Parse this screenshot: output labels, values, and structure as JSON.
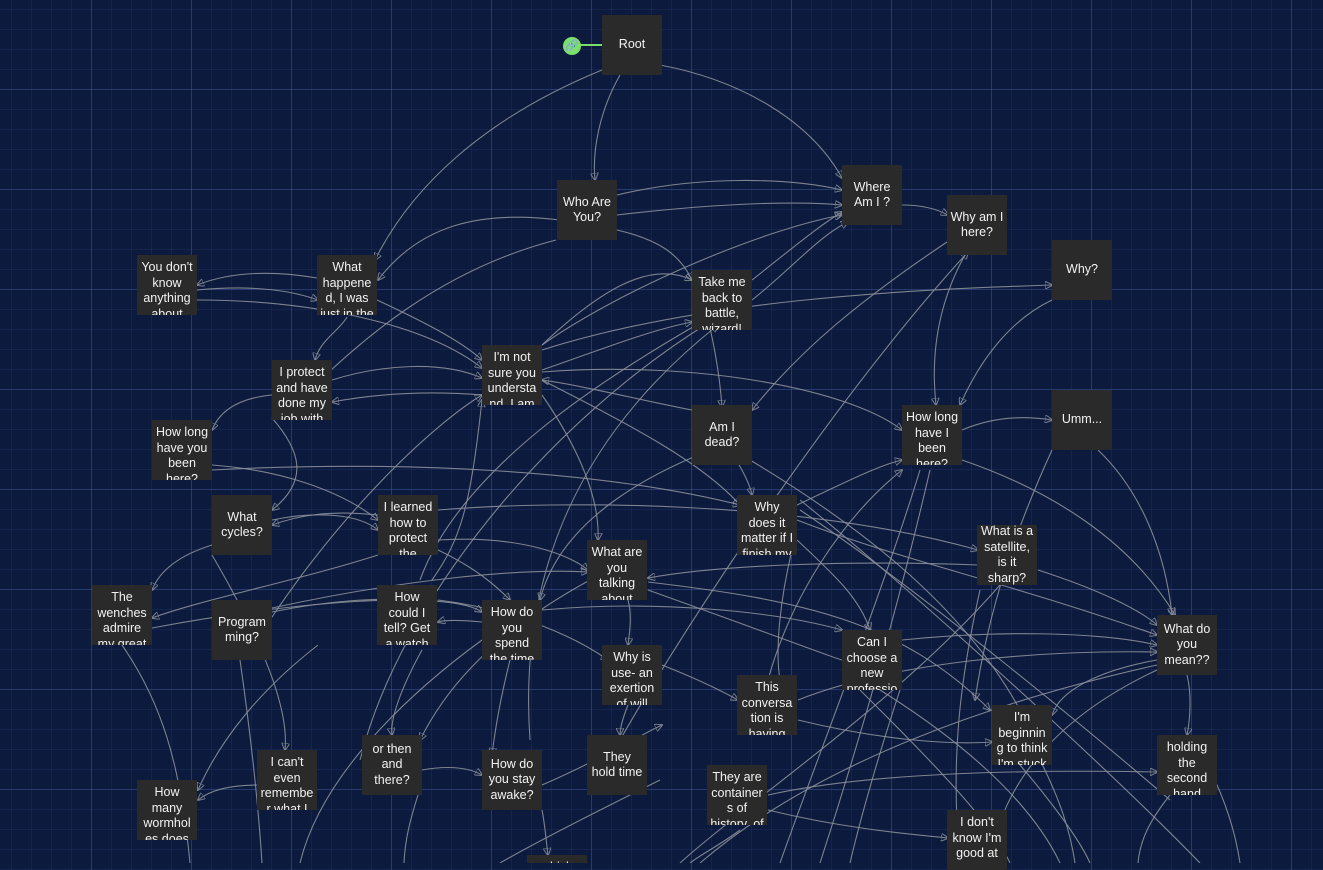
{
  "root_link_icon": "link-icon",
  "colors": {
    "background": "#0b1a3d",
    "node": "#2a2a2a",
    "edge": "#8a8f99",
    "root_link": "#7ae06a"
  },
  "nodes": {
    "root": "Root",
    "who_are_you": "Who Are You?",
    "where_am_i": "Where Am I ?",
    "why_am_i_here": "Why am I here?",
    "why": "Why?",
    "you_dont_know": "You don't know anything about me!",
    "what_happened": "What happened, I was just in the",
    "take_me_back": "Take me back to battle, wizard!",
    "im_not_sure": "I'm not sure you understand, I am",
    "i_protect": "I protect and have done my job with",
    "how_long_have_you": "How long have you been here?",
    "am_i_dead": "Am I dead?",
    "how_long_have_i": "How long have I been here?",
    "umm": "Umm...",
    "what_cycles": "What cycles?",
    "i_learned": "I learned how to protect the",
    "why_does_it_matter": "Why does it matter if I finish my last",
    "what_is_a_satellite": "What is a satellite, is it sharp?",
    "what_are_you_talking": "What are you talking about",
    "the_wenches": "The wenches admire my great",
    "programming": "Program ming?",
    "how_could_i_tell": "How could I tell? Get a watch",
    "how_do_you_spend": "How do you spend the time in",
    "why_is_use": "Why is use- an exertion of will",
    "can_i_choose": "Can I choose a new professio",
    "what_do_you_mean": "What do you mean??",
    "this_conversation": "This conversation is having",
    "im_beginning": "I'm beginning to think I'm stuck",
    "holding_the_second": "holding the second hand",
    "i_cant_even": "I can't even remember what I",
    "or_then_and_there": "or then and there?",
    "how_do_you_stay": "How do you stay awake?",
    "they_hold_time": "They hold time",
    "they_are_containers": "They are containers of history, of",
    "i_dont_know": "I don't know I'm good at",
    "how_many_wormholes": "How many wormholes does an",
    "partial_bottom": "which"
  }
}
